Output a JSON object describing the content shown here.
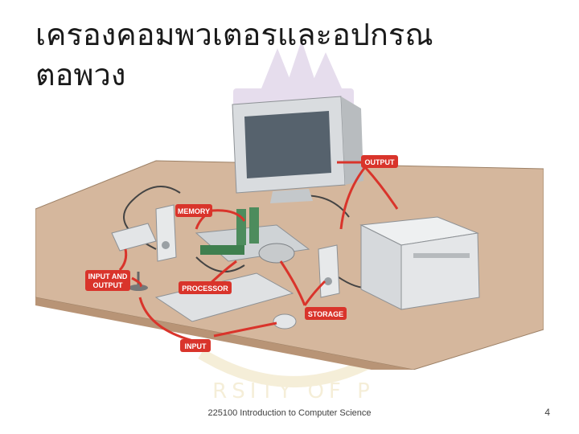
{
  "slide": {
    "title_line1": "เครองคอมพวเตอรและอปกรณ",
    "title_line2": "ตอพวง",
    "footer": "225100 Introduction to Computer Science",
    "page_number": "4"
  },
  "figure": {
    "labels": {
      "output": "OUTPUT",
      "memory": "MEMORY",
      "input_and_output_line1": "INPUT AND",
      "input_and_output_line2": "OUTPUT",
      "processor": "PROCESSOR",
      "storage": "STORAGE",
      "input": "INPUT"
    },
    "label_color": "#d9342b",
    "arrow_color": "#d9342b"
  },
  "watermark": {
    "text": "RSITY OF P"
  }
}
